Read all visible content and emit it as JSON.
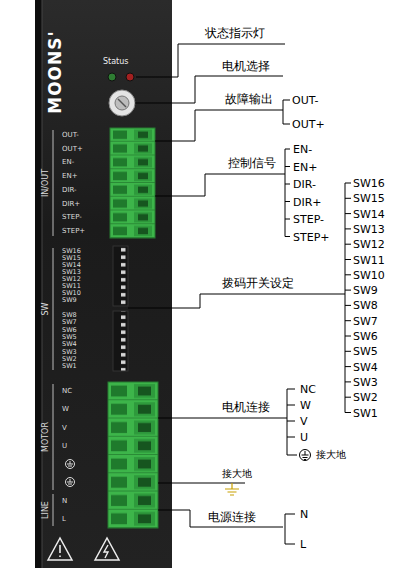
{
  "diagram": {
    "nodes": [
      {
        "text": [
          "MOONS'"
        ]
      }
    ],
    "labels": [
      "Status",
      "IN/OUT",
      "OUT-",
      "OUT+",
      "EN-",
      "EN+",
      "DIR-",
      "DIR+",
      "STEP-",
      "STEP+",
      "SW",
      "SW16",
      "SW15",
      "SW14",
      "SW13",
      "SW12",
      "SW11",
      "SW10",
      "SW9",
      "SW8",
      "SW7",
      "SW6",
      "SW5",
      "SW4",
      "SW3",
      "SW2",
      "SW1",
      "MOTOR",
      "NC",
      "W",
      "V",
      "U",
      "LINE",
      "N",
      "L",
      "状态指示灯",
      "电机选择",
      "故障输出",
      "OUT-",
      "OUT+",
      "控制信号",
      "EN-",
      "EN+",
      "DIR-",
      "DIR+",
      "STEP-",
      "STEP+",
      "拨码开关设定",
      "SW16",
      "SW15",
      "SW14",
      "SW13",
      "SW12",
      "SW11",
      "SW10",
      "SW9",
      "SW8",
      "SW7",
      "SW6",
      "SW5",
      "SW4",
      "SW3",
      "SW2",
      "SW1",
      "电机连接",
      "NC",
      "W",
      "V",
      "U",
      "接大地",
      "接大地",
      "电源连接",
      "N",
      "L"
    ]
  }
}
